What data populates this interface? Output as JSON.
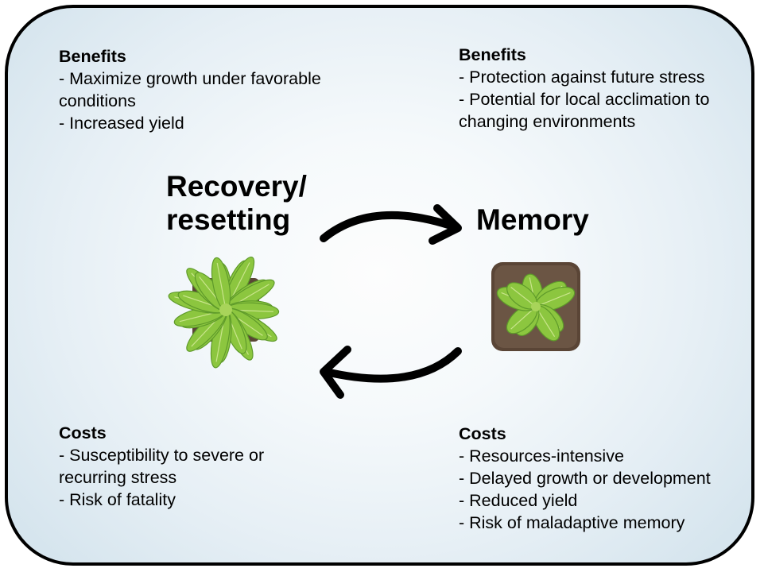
{
  "benefits_left": {
    "heading": "Benefits",
    "lines": [
      "- Maximize growth under favorable",
      "conditions",
      "- Increased yield"
    ]
  },
  "benefits_right": {
    "heading": "Benefits",
    "lines": [
      "- Protection against future stress",
      "- Potential for local acclimation to",
      "changing environments"
    ]
  },
  "costs_left": {
    "heading": "Costs",
    "lines": [
      "- Susceptibility to severe or",
      "recurring stress",
      "- Risk of fatality"
    ]
  },
  "costs_right": {
    "heading": "Costs",
    "lines": [
      "- Resources-intensive",
      "- Delayed growth or development",
      "- Reduced yield",
      "- Risk of maladaptive memory"
    ]
  },
  "states": {
    "recovery_line1": "Recovery/",
    "recovery_line2": "resetting",
    "memory": "Memory"
  },
  "colors": {
    "leaf": "#8cc63f",
    "leaf_dark": "#5e9a2a",
    "soil": "#5a4536",
    "arrow": "#000000",
    "border": "#000000"
  }
}
